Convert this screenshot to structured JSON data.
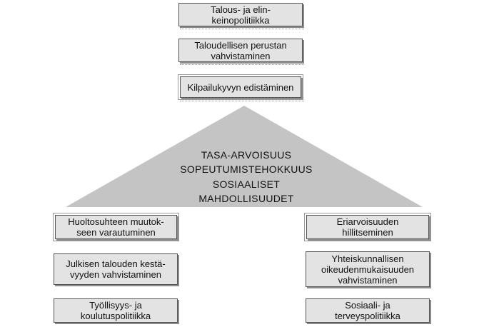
{
  "top_boxes": [
    {
      "label": "Talous- ja elin-\nkeinopolitiikka"
    },
    {
      "label": "Taloudellisen perustan\nvahvistaminen"
    },
    {
      "label": "Kilpailukyvyn edistäminen"
    }
  ],
  "center": {
    "lines": [
      "TASA-ARVOISUUS",
      "SOPEUTUMISTEHOKKUUS",
      "SOSIAALISET",
      "MAHDOLLISUUDET"
    ]
  },
  "left_boxes": [
    {
      "label": "Huoltosuhteen muutok-\nseen varautuminen"
    },
    {
      "label": "Julkisen talouden kestä-\nvyyden vahvistaminen"
    },
    {
      "label": "Työllisyys- ja\nkoulutuspolitiikka"
    }
  ],
  "right_boxes": [
    {
      "label": "Eriarvoisuuden\nhillitseminen"
    },
    {
      "label": "Yhteiskunnallisen\noikeudenmukaisuuden\nvahvistaminen"
    },
    {
      "label": "Sosiaali- ja\nterveyspolitiikka"
    }
  ],
  "colors": {
    "triangle_fill": "#c4c4c4",
    "box_fill": "#e3e3e3",
    "box_border": "#555555"
  }
}
